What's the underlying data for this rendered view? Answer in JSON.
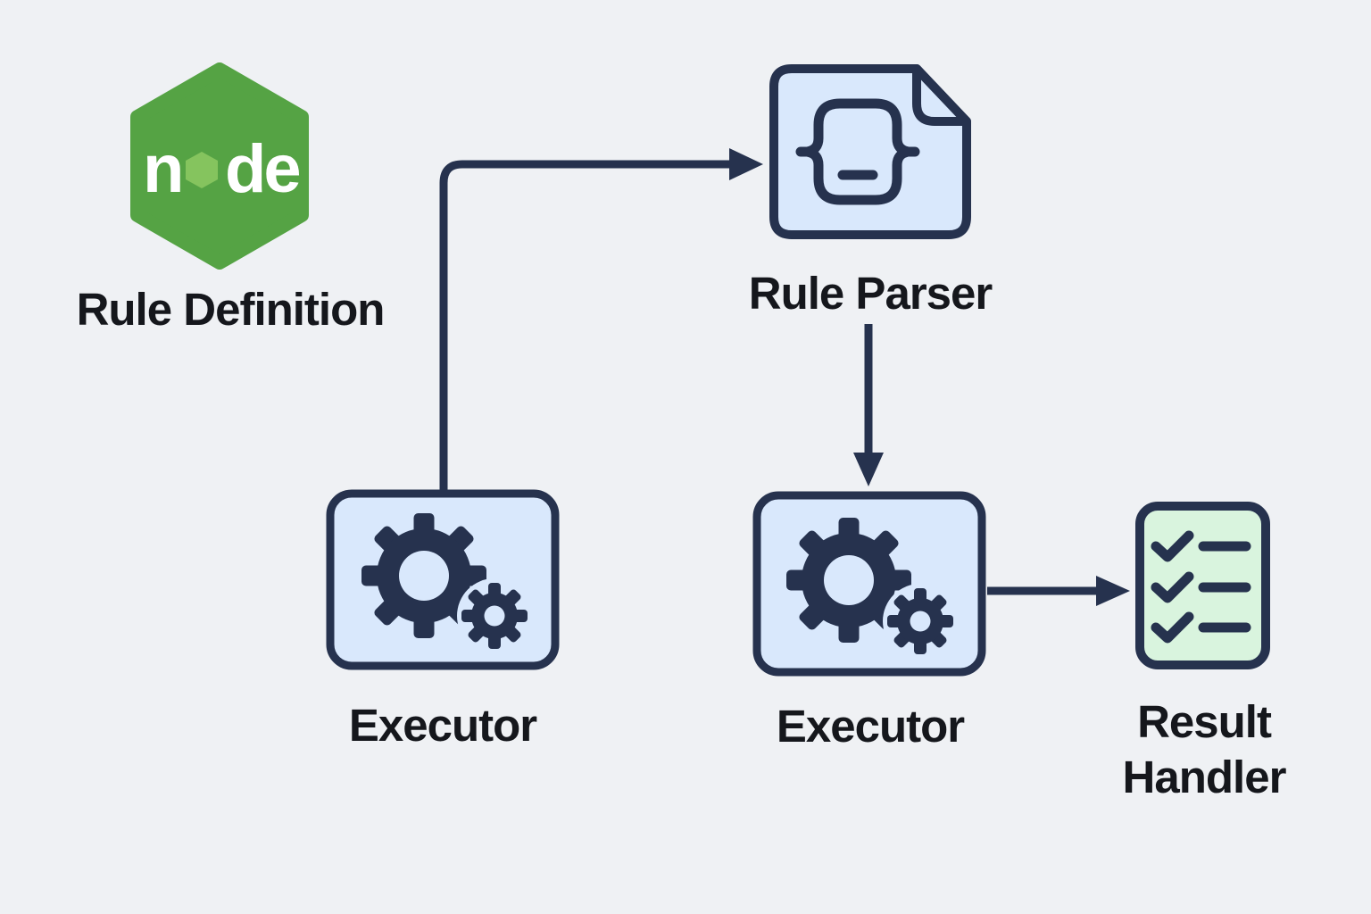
{
  "colors": {
    "page_bg": "#eff1f4",
    "outline_navy": "#26324e",
    "box_blue_fill": "#d9e8fc",
    "result_green_fill": "#d9f4de",
    "node_green": "#55a344",
    "node_light_green": "#85c45e",
    "label_text": "#15171c",
    "logo_text": "#ffffff"
  },
  "node_logo": {
    "name": "Node.js logo",
    "text_left": "n",
    "text_right": "de"
  },
  "diagram": {
    "nodes": [
      {
        "id": "rule-definition",
        "label": "Rule Definition",
        "icon": "nodejs-logo"
      },
      {
        "id": "rule-parser",
        "label": "Rule Parser",
        "icon": "code-file"
      },
      {
        "id": "executor-left",
        "label": "Executor",
        "icon": "gears"
      },
      {
        "id": "executor-right",
        "label": "Executor",
        "icon": "gears"
      },
      {
        "id": "result-handler",
        "label": "Result Handler",
        "icon": "checklist"
      }
    ],
    "edges": [
      {
        "from": "executor-left",
        "to": "rule-parser",
        "style": "elbow-up-right-arrow"
      },
      {
        "from": "rule-parser",
        "to": "executor-right",
        "style": "straight-down-arrow"
      },
      {
        "from": "executor-right",
        "to": "result-handler",
        "style": "straight-right-arrow"
      }
    ]
  }
}
